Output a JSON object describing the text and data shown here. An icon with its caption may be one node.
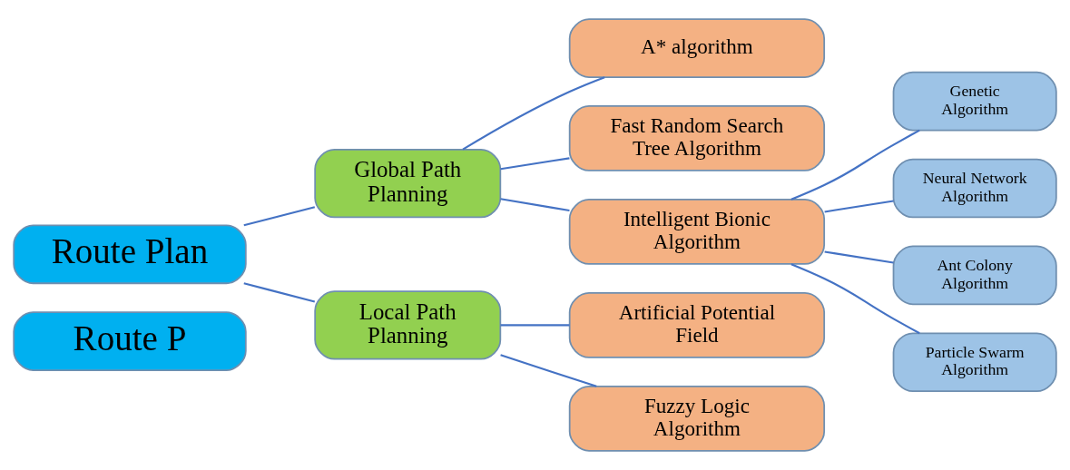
{
  "diagram": {
    "nodes": [
      {
        "text": [
          "Route P"
        ]
      },
      {
        "text": [
          "Route Plan"
        ]
      },
      {
        "text": [
          "Global Path Planning"
        ]
      },
      {
        "text": [
          "Local Path Planning"
        ]
      },
      {
        "text": [
          "A* algorithm"
        ]
      },
      {
        "text": [
          "Fast Random Search Tree Algorithm"
        ]
      },
      {
        "text": [
          "Intelligent Bionic Algorithm"
        ]
      },
      {
        "text": [
          "Artificial Potential Field"
        ]
      },
      {
        "text": [
          "Fuzzy Logic Algorithm"
        ]
      },
      {
        "text": [
          "Genetic Algorithm"
        ]
      },
      {
        "text": [
          "Neural Network Algorithm"
        ]
      },
      {
        "text": [
          "Ant Colony Algorithm"
        ]
      },
      {
        "text": [
          "Particle Swarm Algorithm"
        ]
      }
    ],
    "edges": [
      {
        "from": 1,
        "to": 2,
        "arrow": "none"
      },
      {
        "from": 1,
        "to": 3,
        "arrow": "none"
      },
      {
        "from": 2,
        "to": 4,
        "arrow": "none"
      },
      {
        "from": 2,
        "to": 5,
        "arrow": "none"
      },
      {
        "from": 2,
        "to": 6,
        "arrow": "none"
      },
      {
        "from": 3,
        "to": 7,
        "arrow": "none"
      },
      {
        "from": 3,
        "to": 8,
        "arrow": "none"
      },
      {
        "from": 6,
        "to": 9,
        "arrow": "none"
      },
      {
        "from": 6,
        "to": 10,
        "arrow": "none"
      },
      {
        "from": 6,
        "to": 11,
        "arrow": "none"
      },
      {
        "from": 6,
        "to": 12,
        "arrow": "none"
      }
    ]
  }
}
